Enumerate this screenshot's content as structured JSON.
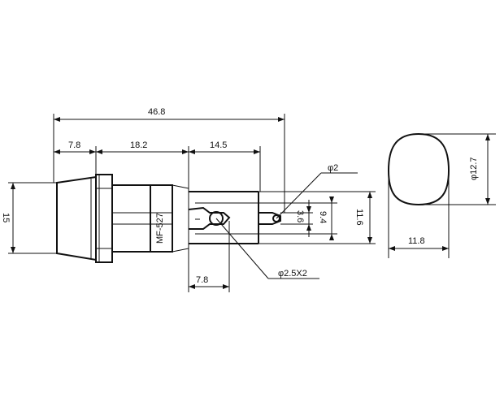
{
  "drawing": {
    "part_number": "MF-527",
    "dimensions": {
      "overall_length": "46.8",
      "cap_length": "7.8",
      "body_length": "18.2",
      "terminal_length": "14.5",
      "hole_diameter": "φ2",
      "dim_3_6": "3.6",
      "dim_9_4": "9.4",
      "dim_11_6": "11.6",
      "cap_diameter": "15",
      "lower_7_8": "7.8",
      "hole_spec": "φ2.5X2",
      "end_width": "11.8",
      "end_diameter": "φ12.7"
    }
  }
}
